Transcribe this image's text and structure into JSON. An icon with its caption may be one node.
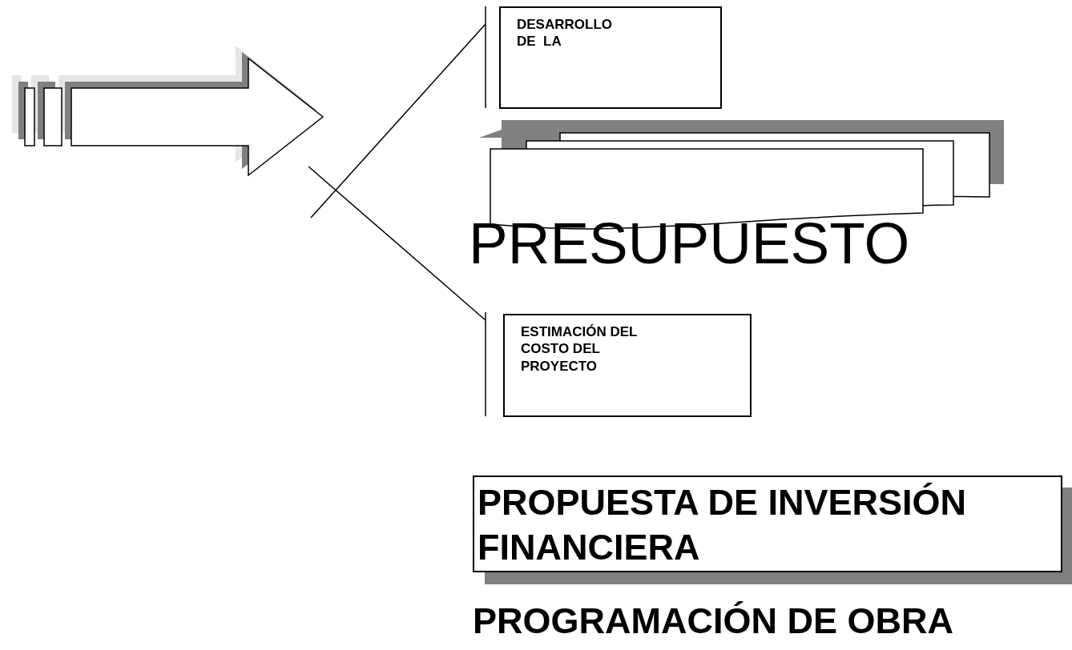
{
  "diagram": {
    "nodes": [
      {
        "text": [],
        "shape": "arrow"
      },
      {
        "text": [
          "DESARROLLO DE  LA"
        ]
      },
      {
        "text": [],
        "shape": "document"
      },
      {
        "text": [
          "ESTIMACIÓN DEL COSTO DEL PROYECTO"
        ]
      },
      {
        "text": [
          "PROPUESTA DE INVERSIÓN FINANCIERA"
        ]
      }
    ],
    "edges": [
      {
        "from": 0,
        "to": 1,
        "arrow": "none"
      },
      {
        "from": 0,
        "to": 3,
        "arrow": "none"
      }
    ],
    "labels": [
      "PRESUPUESTO",
      "PROGRAMACIÓN DE OBRA"
    ]
  }
}
